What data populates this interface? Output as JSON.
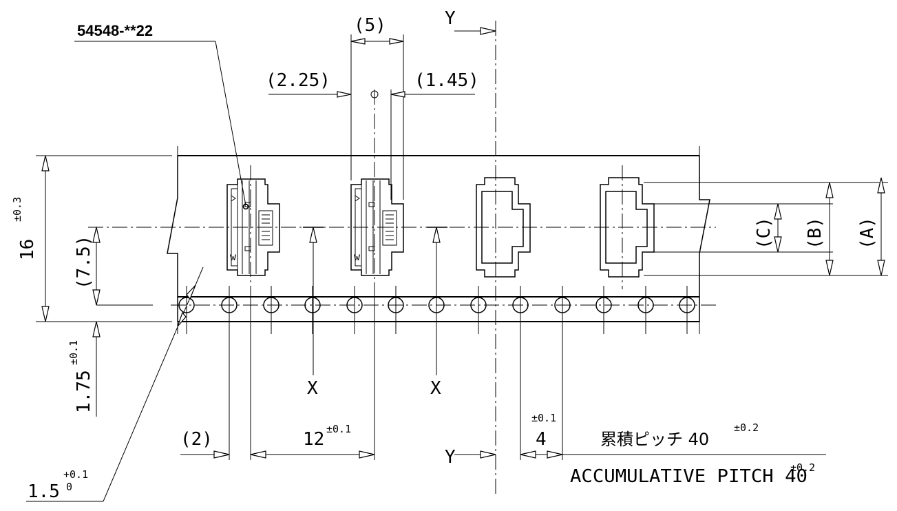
{
  "part_number": "54548-**22",
  "dimensions": {
    "connector_width": "(5)",
    "offset_left": "(2.25)",
    "offset_right": "(1.45)",
    "tape_width": "16",
    "tape_width_tol": "±0.3",
    "hole_to_center": "(7.5)",
    "hole_edge": "1.75",
    "hole_edge_tol": "±0.1",
    "hole_dia": "1.5",
    "hole_dia_tol_upper": "+0.1",
    "hole_dia_tol_lower": "0",
    "edge_to_hole": "(2)",
    "pocket_pitch": "12",
    "pocket_pitch_tol": "±0.1",
    "hole_pitch": "4",
    "hole_pitch_tol": "±0.1",
    "dim_a": "(A)",
    "dim_b": "(B)",
    "dim_c": "(C)"
  },
  "labels": {
    "section_x": "X",
    "section_y": "Y",
    "accum_pitch_jp": "累積ピッチ 40",
    "accum_pitch_en": "ACCUMULATIVE PITCH 40",
    "accum_pitch_tol": "±0.2"
  }
}
